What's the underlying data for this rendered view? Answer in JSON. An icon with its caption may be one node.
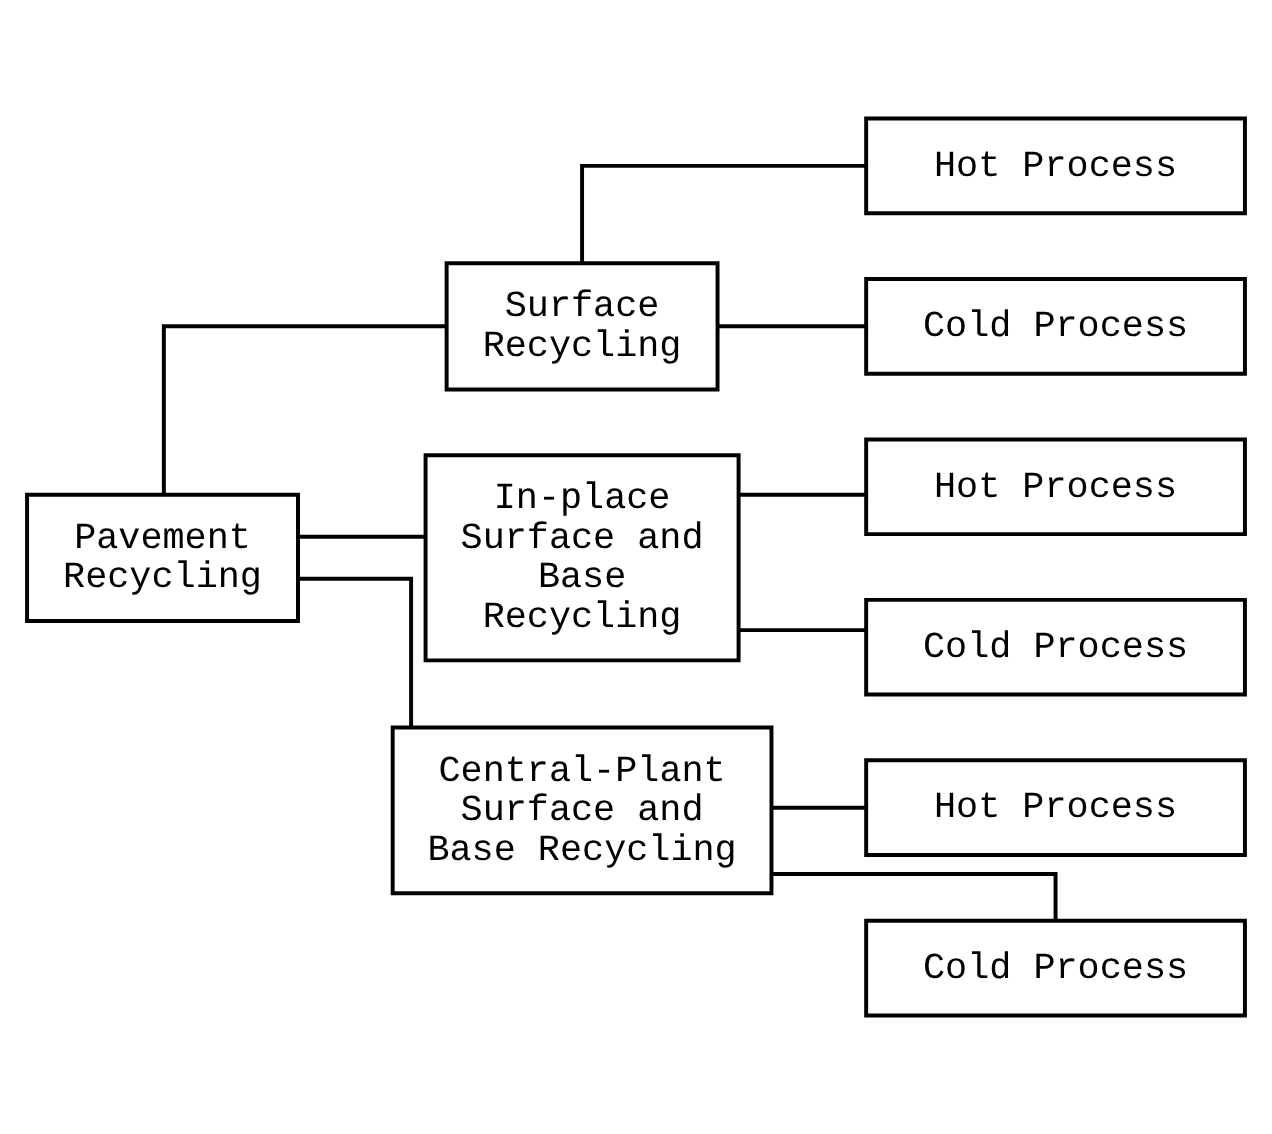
{
  "diagram": {
    "nodes": [
      {
        "text": [
          "Pavement Recycling"
        ]
      },
      {
        "text": [
          "Surface Recycling"
        ]
      },
      {
        "text": [
          "In-place Surface and Base Recycling"
        ]
      },
      {
        "text": [
          "Central-Plant Surface and Base Recycling"
        ]
      },
      {
        "text": [
          "Hot Process"
        ]
      },
      {
        "text": [
          "Cold Process"
        ]
      },
      {
        "text": [
          "Hot Process"
        ]
      },
      {
        "text": [
          "Cold Process"
        ]
      },
      {
        "text": [
          "Hot Process"
        ]
      },
      {
        "text": [
          "Cold Process"
        ]
      }
    ],
    "edges": [
      {
        "from": 0,
        "to": 1,
        "arrow": "none"
      },
      {
        "from": 0,
        "to": 2,
        "arrow": "none"
      },
      {
        "from": 0,
        "to": 3,
        "arrow": "none"
      },
      {
        "from": 1,
        "to": 4,
        "arrow": "none"
      },
      {
        "from": 1,
        "to": 5,
        "arrow": "none"
      },
      {
        "from": 2,
        "to": 6,
        "arrow": "none"
      },
      {
        "from": 2,
        "to": 7,
        "arrow": "none"
      },
      {
        "from": 3,
        "to": 8,
        "arrow": "none"
      },
      {
        "from": 3,
        "to": 9,
        "arrow": "none"
      }
    ]
  }
}
